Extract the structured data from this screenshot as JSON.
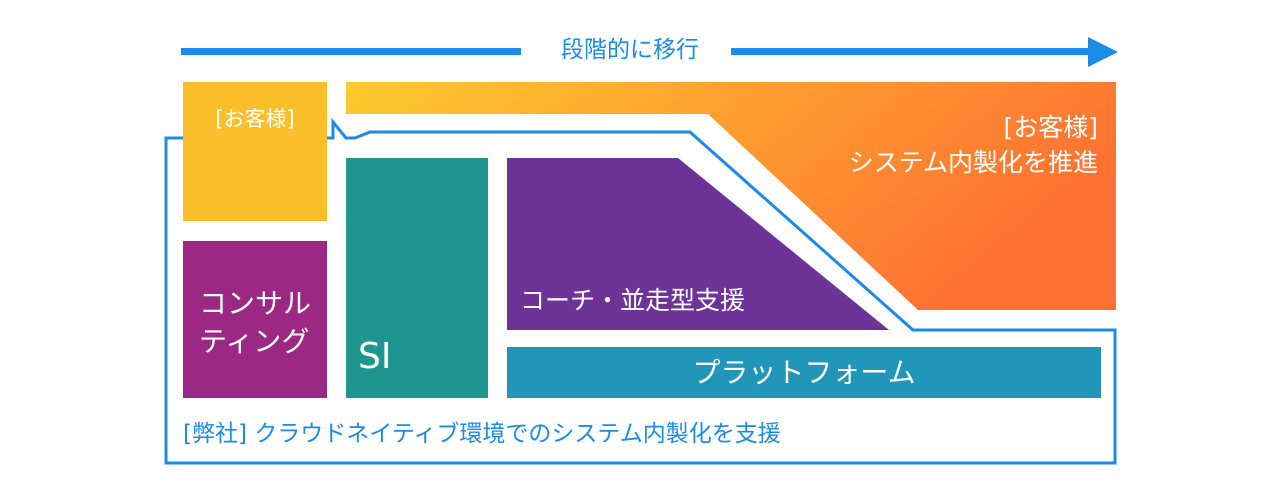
{
  "header": {
    "arrow_label": "段階的に移行"
  },
  "customer_box": {
    "label": "[お客様]"
  },
  "customer_goal": {
    "tag": "[お客様]",
    "text": "システム内製化を推進"
  },
  "services": {
    "consulting": {
      "line1": "コンサル",
      "line2": "ティング"
    },
    "si": "SI",
    "coach": "コーチ・並走型支援",
    "platform": "プラットフォーム"
  },
  "company": {
    "text": "[弊社] クラウドネイティブ環境でのシステム内製化を支援"
  },
  "colors": {
    "arrow": "#1c8be6",
    "customer_yellow": "#fbbf2c",
    "gradient_start": "#fccb2d",
    "gradient_end": "#ff7132",
    "consulting_purple": "#9b2882",
    "si_teal": "#1e968f",
    "coach_purple": "#6d3396",
    "platform_blue": "#2196b8",
    "company_border": "#1c8be6"
  }
}
